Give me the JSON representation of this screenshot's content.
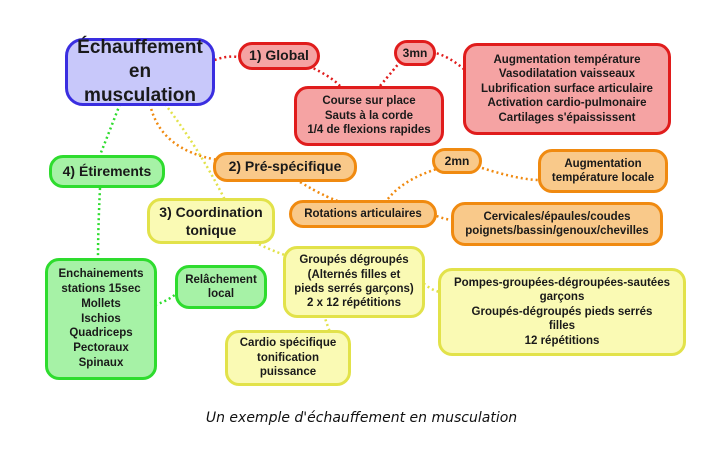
{
  "caption": "Un exemple d'échauffement en musculation",
  "colors": {
    "blue_fill": "#c8c8fa",
    "blue_border": "#3a2ee0",
    "red_fill": "#f5a3a3",
    "red_border": "#e01c1c",
    "orange_fill": "#f9c98a",
    "orange_border": "#f08a10",
    "yellow_fill": "#fafab4",
    "yellow_border": "#e2e24a",
    "green_fill": "#a6f2a6",
    "green_border": "#2edc2e"
  },
  "nodes": {
    "root": "Échauffement\nen musculation",
    "global": "1) Global",
    "global_duration": "3mn",
    "global_effects": "Augmentation température\nVasodilatation vaisseaux\nLubrification surface articulaire\nActivation cardio-pulmonaire\nCartilages s'épaississent",
    "global_exercises": "Course sur place\nSauts à la corde\n1/4 de flexions rapides",
    "prespecific": "2) Pré-spécifique",
    "prespecific_duration": "2mn",
    "prespecific_effects": "Augmentation\ntempérature locale",
    "rotations": "Rotations articulaires",
    "joints": "Cervicales/épaules/coudes\npoignets/bassin/genoux/chevilles",
    "coordination": "3) Coordination\ntonique",
    "grouped": "Groupés dégroupés\n(Alternés filles et\npieds serrés garçons)\n2 x 12 répétitions",
    "pushups": "Pompes-groupées-dégroupées-sautées\ngarçons\nGroupés-dégroupés pieds serrés\nfilles\n12 répétitions",
    "cardio": "Cardio spécifique\ntonification\npuissance",
    "stretching": "4) Étirements",
    "relaxation": "Relâchement\nlocal",
    "stretch_list": "Enchainements\nstations 15sec\nMollets\nIschios\nQuadriceps\nPectoraux\nSpinaux"
  }
}
